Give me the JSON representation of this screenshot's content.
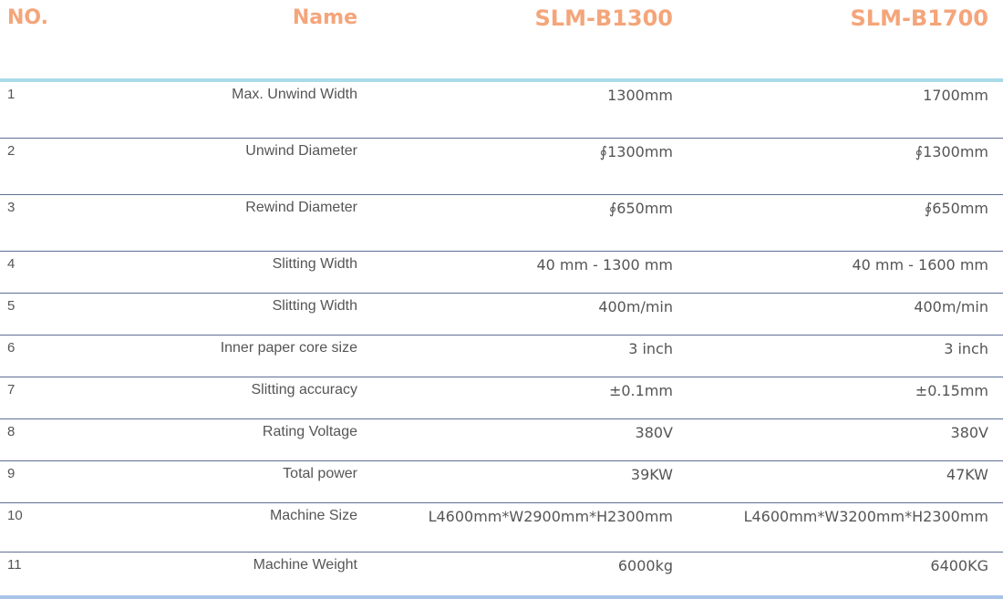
{
  "table": {
    "headers": {
      "no": "NO.",
      "name": "Name",
      "model_a": "SLM-B1300",
      "model_b": "SLM-B1700"
    },
    "rows": [
      {
        "no": "1",
        "name": "Max. Unwind Width",
        "model_a": "1300mm",
        "model_b": "1700mm"
      },
      {
        "no": "2",
        "name": "Unwind Diameter",
        "model_a": "∮1300mm",
        "model_b": "∮1300mm"
      },
      {
        "no": "3",
        "name": "Rewind Diameter",
        "model_a": "∮650mm",
        "model_b": "∮650mm"
      },
      {
        "no": "4",
        "name": "Slitting Width",
        "model_a": "40 mm - 1300 mm",
        "model_b": "40 mm - 1600 mm"
      },
      {
        "no": "5",
        "name": "Slitting Width",
        "model_a": "400m/min",
        "model_b": "400m/min"
      },
      {
        "no": "6",
        "name": "Inner paper core size",
        "model_a": "3 inch",
        "model_b": "3 inch"
      },
      {
        "no": "7",
        "name": "Slitting accuracy",
        "model_a": "±0.1mm",
        "model_b": "±0.15mm"
      },
      {
        "no": "8",
        "name": "Rating Voltage",
        "model_a": "380V",
        "model_b": "380V"
      },
      {
        "no": "9",
        "name": "Total power",
        "model_a": "39KW",
        "model_b": "47KW"
      },
      {
        "no": "10",
        "name": "Machine Size",
        "model_a": "L4600mm*W2900mm*H2300mm",
        "model_b": "L4600mm*W3200mm*H2300mm"
      },
      {
        "no": "11",
        "name": "Machine Weight",
        "model_a": "6000kg",
        "model_b": "6400KG"
      }
    ]
  },
  "colors": {
    "header_text": "#f4a57a",
    "header_rule": "#a9dbe9",
    "row_rule": "#5f6f94",
    "bottom_rule": "#a9c4e8",
    "body_text": "#555555"
  }
}
